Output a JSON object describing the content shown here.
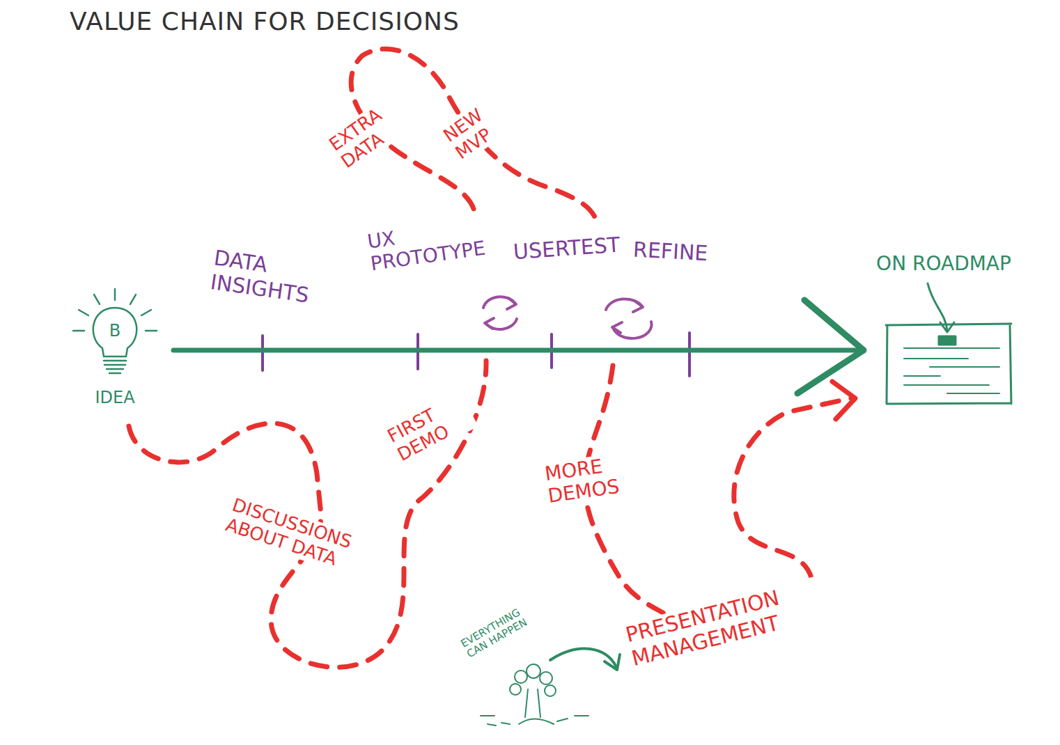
{
  "diagram": {
    "title": "VALUE CHAIN FOR DECISIONS",
    "nodes": [
      {
        "text": [
          "B",
          "IDEA"
        ]
      },
      {
        "text": [
          "ON ROADMAP"
        ]
      }
    ],
    "edges": [
      {
        "from": 0,
        "to": 1,
        "arrow": "to"
      }
    ],
    "labels": [
      "DATA INSIGHTS",
      "UX PROTOTYPE",
      "USERTEST",
      "REFINE",
      "EXTRA DATA",
      "NEW MVP",
      "FIRST DEMO",
      "DISCUSSIONS ABOUT DATA",
      "MORE DEMOS",
      "PRESENTATION MANAGEMENT",
      "EVERYTHING CAN HAPPEN"
    ]
  }
}
